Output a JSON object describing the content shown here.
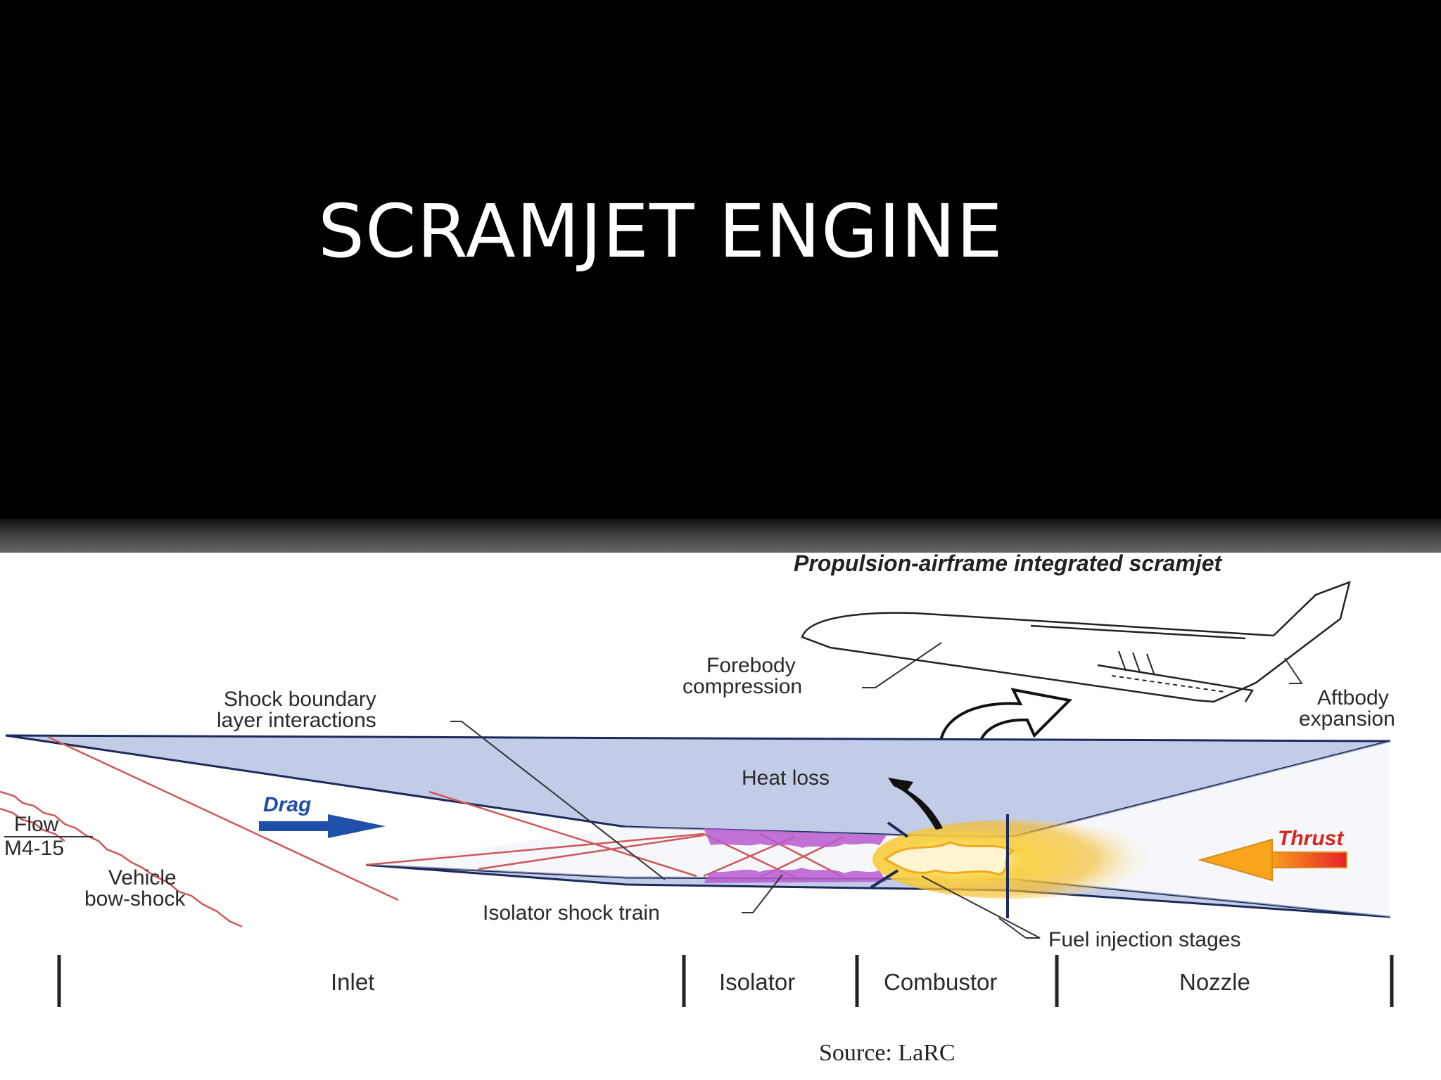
{
  "slide": {
    "title": "SCRAMJET ENGINE"
  },
  "diagram": {
    "heading": "Propulsion-airframe integrated scramjet",
    "labels": {
      "forebody_1": "Forebody",
      "forebody_2": "compression",
      "aftbody_1": "Aftbody",
      "aftbody_2": "expansion",
      "shock_bl_1": "Shock boundary",
      "shock_bl_2": "layer interactions",
      "heat_loss": "Heat loss",
      "drag": "Drag",
      "thrust": "Thrust",
      "flow_1": "Flow",
      "flow_2": "M4-15",
      "bow_1": "Vehicle",
      "bow_2": "bow-shock",
      "isolator_train": "Isolator shock train",
      "fuel_injection": "Fuel injection stages"
    },
    "sections": [
      "Inlet",
      "Isolator",
      "Combustor",
      "Nozzle"
    ],
    "source": "Source: LaRC",
    "colors": {
      "duct": "#c3cce6",
      "drag_arrow": "#1f4fa8",
      "thrust_text": "#d7261e",
      "shock_train": "#b85ad0",
      "flame": "#f6b820"
    }
  }
}
